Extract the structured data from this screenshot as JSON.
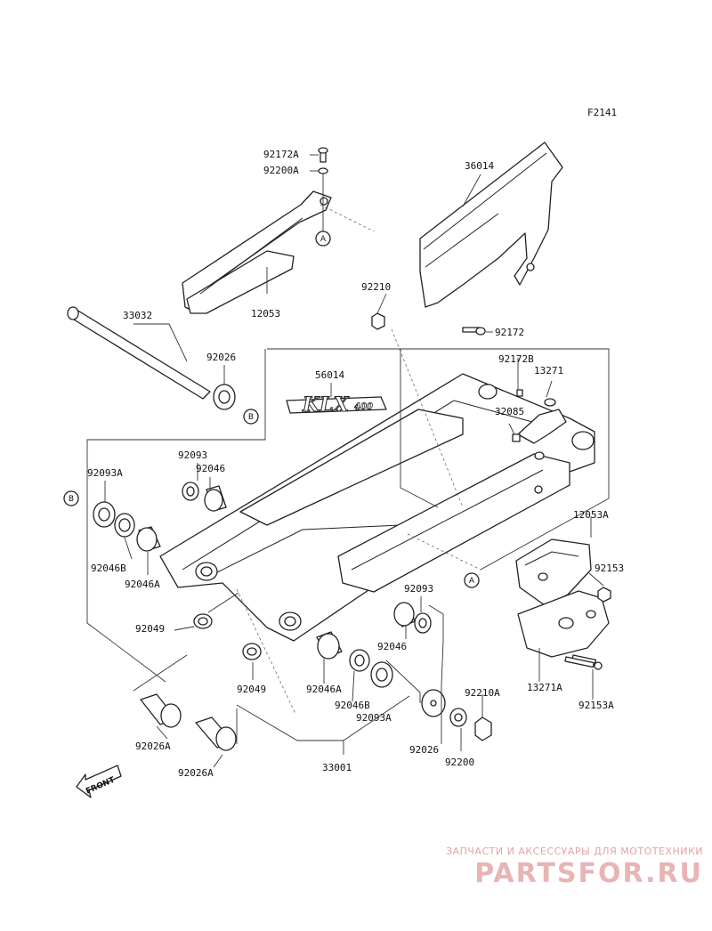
{
  "figure_code": "F2141",
  "logo_text": "KLX",
  "logo_sub": "400",
  "front_text": "FRONT",
  "ref_a": "A",
  "ref_b": "B",
  "part_labels": {
    "p92172A": "92172A",
    "p92200A": "92200A",
    "p36014": "36014",
    "p12053": "12053",
    "p92210": "92210",
    "p92172": "92172",
    "p33032": "33032",
    "p92026_top": "92026",
    "p56014": "56014",
    "p92172B": "92172B",
    "p13271": "13271",
    "p32085": "32085",
    "p92093_upper": "92093",
    "p92046_upper": "92046",
    "p92093A_left": "92093A",
    "p12053A": "12053A",
    "p92046B_left": "92046B",
    "p92046A_left": "92046A",
    "p92153": "92153",
    "p92093_right": "92093",
    "p92049_left": "92049",
    "p92046_right": "92046",
    "p92049_mid": "92049",
    "p92046A_mid": "92046A",
    "p13271A": "13271A",
    "p92153A": "92153A",
    "p92210A": "92210A",
    "p92046B_mid": "92046B",
    "p92093A_mid": "92093A",
    "p92026_bottom": "92026",
    "p92200": "92200",
    "p92026A_left": "92026A",
    "p92026A_right": "92026A",
    "p33001": "33001"
  },
  "watermark": {
    "caption": "ЗАПЧАСТИ И АКСЕССУАРЫ ДЛЯ МОТОТЕХНИКИ",
    "site": "PARTSFOR.RU"
  }
}
